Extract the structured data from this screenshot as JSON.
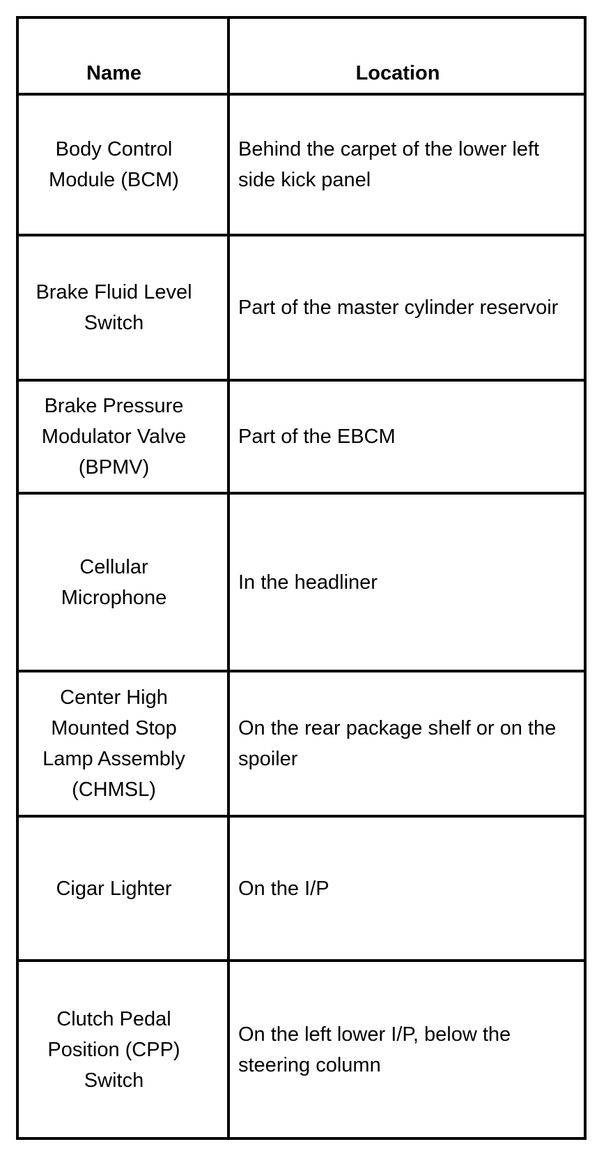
{
  "table": {
    "headers": {
      "name": "Name",
      "location": "Location"
    },
    "rows": [
      {
        "name": "Body Control\nModule (BCM)",
        "location": "Behind the carpet of the lower left\nside kick panel"
      },
      {
        "name": "Brake Fluid Level\nSwitch",
        "location": "Part of the master cylinder reservoir"
      },
      {
        "name": "Brake Pressure\nModulator Valve\n(BPMV)",
        "location": "Part of the EBCM"
      },
      {
        "name": "Cellular\nMicrophone",
        "location": "In the headliner"
      },
      {
        "name": "Center High\nMounted Stop\nLamp Assembly\n(CHMSL)",
        "location": "On the rear package shelf or on the\nspoiler"
      },
      {
        "name": "Cigar Lighter",
        "location": "On the I/P"
      },
      {
        "name": "Clutch Pedal\nPosition (CPP)\nSwitch",
        "location": "On the left lower I/P, below the\nsteering column"
      }
    ]
  }
}
